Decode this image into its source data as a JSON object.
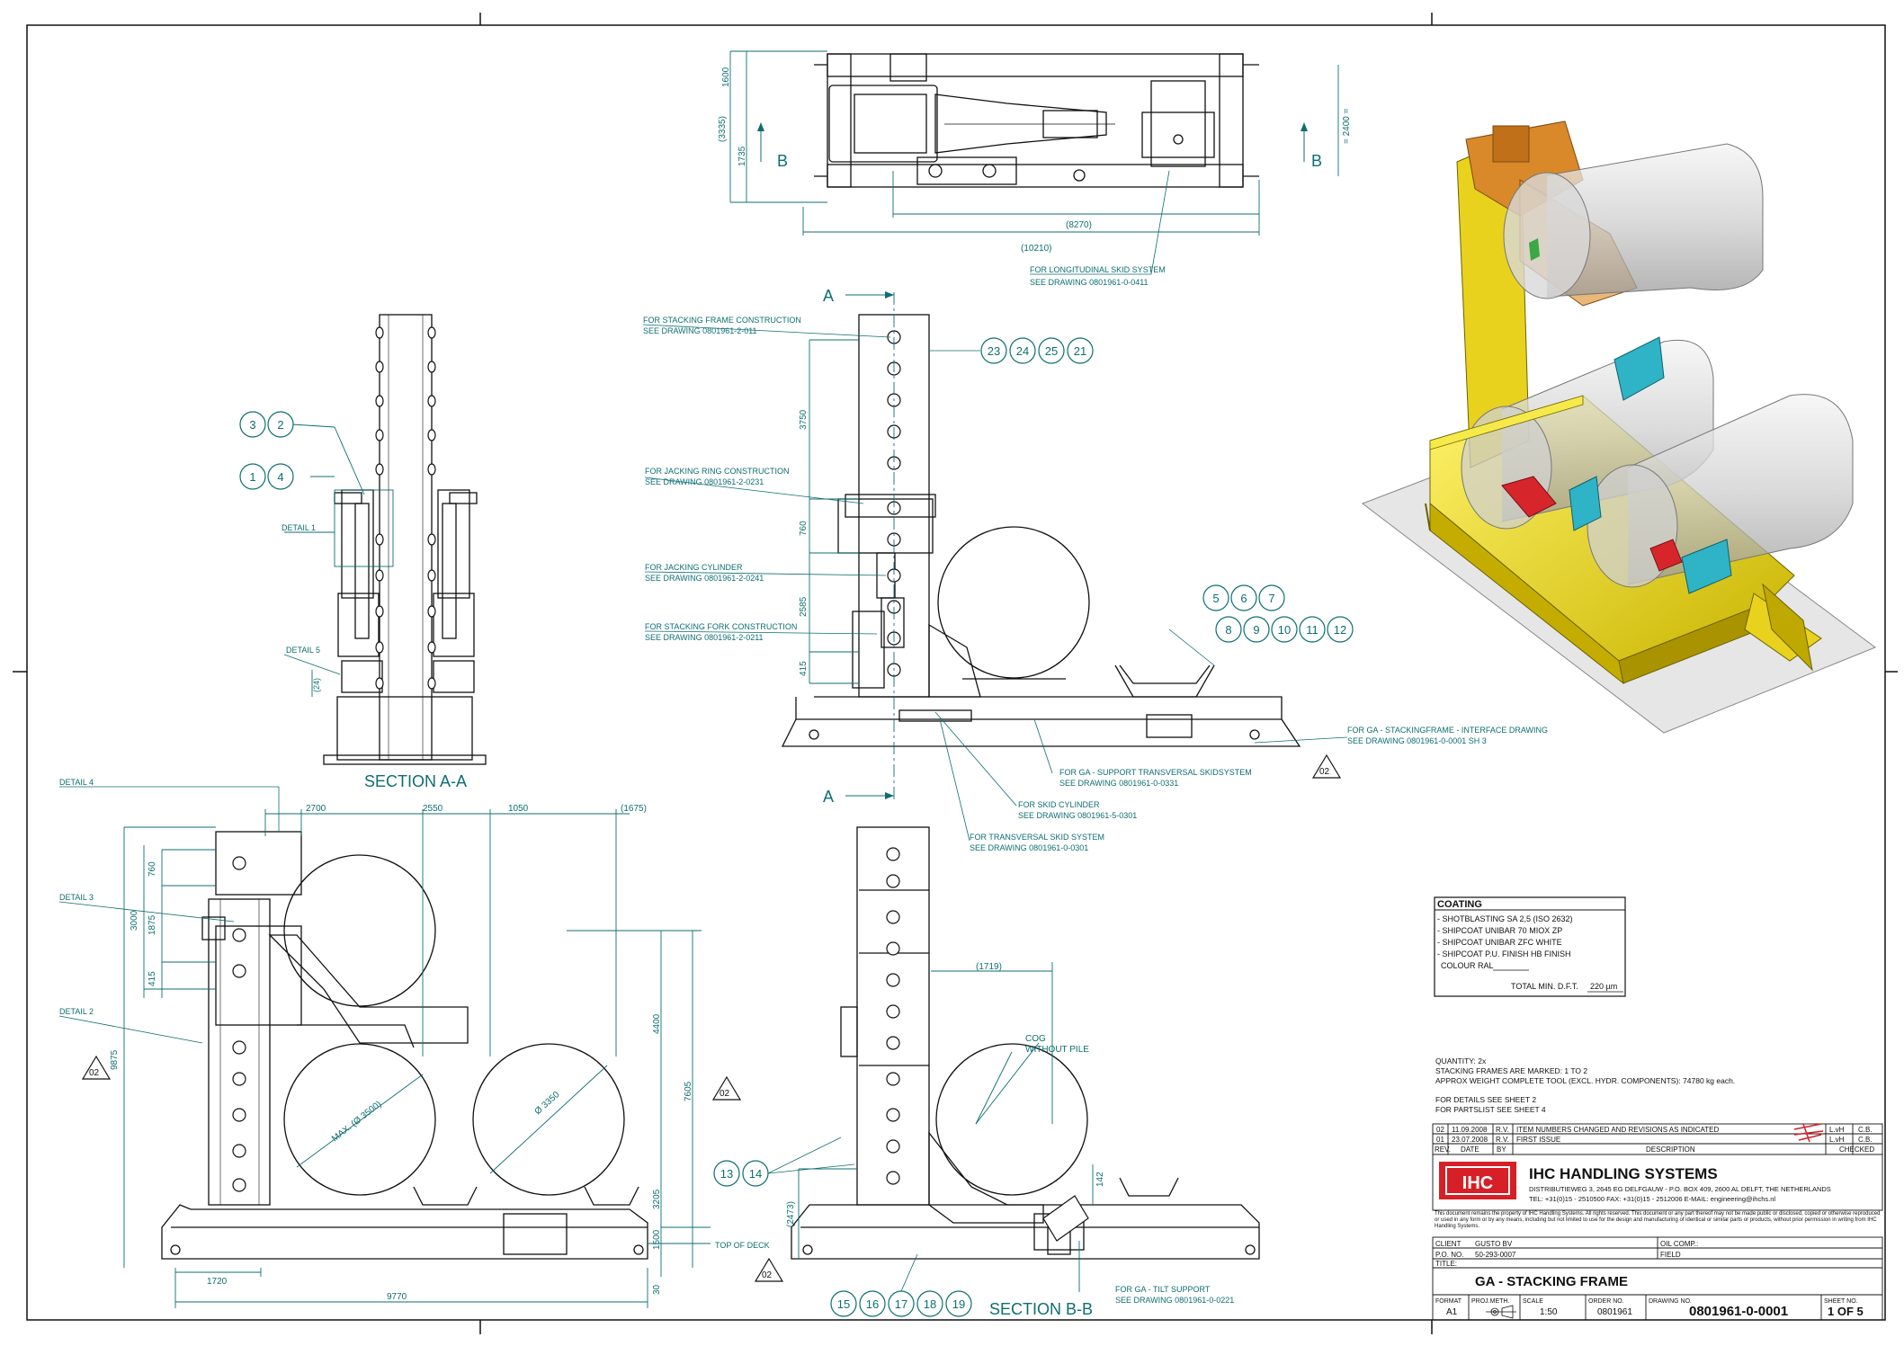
{
  "views": {
    "section_aa": "SECTION A-A",
    "section_bb": "SECTION B-B",
    "section_mark_a": "A",
    "section_mark_b": "B"
  },
  "details": [
    "DETAIL 1",
    "DETAIL 2",
    "DETAIL 3",
    "DETAIL 4",
    "DETAIL 5"
  ],
  "balloons": {
    "aa": [
      "3",
      "2",
      "1",
      "4"
    ],
    "front_top": [
      "23",
      "24",
      "25",
      "21"
    ],
    "front_row1": [
      "5",
      "6",
      "7"
    ],
    "front_row2": [
      "8",
      "9",
      "10",
      "11",
      "12"
    ],
    "side": [
      "13",
      "14"
    ],
    "bb_bottom": [
      "15",
      "16",
      "17",
      "18",
      "19"
    ]
  },
  "callouts": {
    "longitudinal": [
      "FOR LONGITUDINAL SKID SYSTEM",
      "SEE DRAWING 0801961-0-0411"
    ],
    "stacking_frame": [
      "FOR STACKING FRAME CONSTRUCTION",
      "SEE DRAWING 0801961-2-011"
    ],
    "jacking_ring": [
      "FOR JACKING RING CONSTRUCTION",
      "SEE DRAWING 0801961-2-0231"
    ],
    "jacking_cylinder": [
      "FOR JACKING CYLINDER",
      "SEE DRAWING 0801961-2-0241"
    ],
    "stacking_fork": [
      "FOR STACKING FORK CONSTRUCTION",
      "SEE DRAWING 0801961-2-0211"
    ],
    "interface": [
      "FOR GA - STACKINGFRAME - INTERFACE DRAWING",
      "SEE DRAWING 0801961-0-0001 SH 3"
    ],
    "support_transversal": [
      "FOR GA - SUPPORT TRANSVERSAL SKIDSYSTEM",
      "SEE DRAWING 0801961-0-0331"
    ],
    "skid_cylinder": [
      "FOR SKID CYLINDER",
      "SEE DRAWING 0801961-5-0301"
    ],
    "transversal_skid": [
      "FOR TRANSVERSAL SKID SYSTEM",
      "SEE DRAWING 0801961-0-0301"
    ],
    "tilt_support": [
      "FOR GA - TILT SUPPORT",
      "SEE DRAWING 0801961-0-0221"
    ],
    "cog": [
      "COG",
      "WITHOUT PILE"
    ],
    "top_of_deck": "TOP OF DECK"
  },
  "dimensions": {
    "top": [
      "1600",
      "(3335)",
      "1735",
      "= 2400 =",
      "(8270)",
      "(10210)"
    ],
    "front": [
      "3750",
      "760",
      "2585",
      "415"
    ],
    "aa": [
      "(24)"
    ],
    "ga_top": [
      "2700",
      "2550",
      "1050",
      "(1675)"
    ],
    "ga_left": [
      "760",
      "3000",
      "1875",
      "415",
      "9875"
    ],
    "ga_right": [
      "4400",
      "7605",
      "3205",
      "1500",
      "30"
    ],
    "ga_bottom": [
      "1720",
      "9770"
    ],
    "ga_pipes": [
      "MAX. (Ø 3500)",
      "Ø 3350"
    ],
    "bb": [
      "(1719)",
      "(2473)",
      "142"
    ]
  },
  "revision_marks": [
    "02",
    "02",
    "02",
    "02"
  ],
  "coating": {
    "title": "COATING",
    "lines": [
      "- SHOTBLASTING SA 2,5 (ISO 2632)",
      "- SHIPCOAT UNIBAR 70 MIOX ZP",
      "- SHIPCOAT UNIBAR ZFC WHITE",
      "- SHIPCOAT P.U. FINISH HB FINISH",
      "COLOUR RAL"
    ],
    "dft_label": "TOTAL MIN. D.F.T.",
    "dft_value": "220 µm"
  },
  "notes": [
    "QUANTITY: 2x",
    "STACKING FRAMES ARE MARKED: 1 TO 2",
    "APPROX WEIGHT COMPLETE TOOL (EXCL. HYDR. COMPONENTS): 74780 kg each.",
    "FOR DETAILS SEE SHEET 2",
    "FOR PARTSLIST SEE SHEET 4"
  ],
  "revisions": {
    "rows": [
      {
        "rev": "02",
        "date": "11.09.2008",
        "by": "R.V.",
        "description": "ITEM NUMBERS CHANGED AND REVISIONS AS INDICATED",
        "a": "L.vH",
        "b": "C.B."
      },
      {
        "rev": "01",
        "date": "23.07.2008",
        "by": "R.V.",
        "description": "FIRST ISSUE",
        "a": "L.vH",
        "b": "C.B."
      }
    ],
    "headers": [
      "REV.",
      "DATE",
      "BY",
      "DESCRIPTION",
      "CHECKED"
    ]
  },
  "company": {
    "logo": "IHC",
    "name": "IHC HANDLING SYSTEMS",
    "address": "DISTRIBUTIEWEG 3, 2645 EG DELFGAUW - P.O. BOX 409, 2600 AL DELFT, THE NETHERLANDS",
    "contact": "TEL: +31(0)15 - 2510500  FAX: +31(0)15 - 2512006  E-MAIL: engineering@ihchs.nl",
    "disclaimer": "This document remains the property of IHC Handling Systems. All rights reserved. This document or any part thereof may not be made public or disclosed, copied or otherwise reproduced or used in any form or by any means, including but not limited to use for the design and manufacturing of identical or similar parts or products, without prior permission in writing from IHC Handling Systems."
  },
  "title_block": {
    "client_label": "CLIENT",
    "client": "GUSTO BV",
    "po_label": "P.O. NO.",
    "po": "50-293-0007",
    "oil_comp_label": "OIL COMP.:",
    "field_label": "FIELD",
    "title_label": "TITLE:",
    "title": "GA - STACKING FRAME",
    "format_label": "FORMAT",
    "format": "A1",
    "projmeth_label": "PROJ.METH.",
    "scale_label": "SCALE",
    "scale": "1:50",
    "order_label": "ORDER NO.",
    "order": "0801961",
    "drawing_label": "DRAWING NO.",
    "drawing": "0801961-0-0001",
    "sheet_label": "SHEET NO.",
    "sheet": "1 OF 5"
  },
  "colors": {
    "line": "#111111",
    "dim": "#0d6e72",
    "frame_yellow": "#e8d21e",
    "fork_orange": "#d9892a",
    "cyan_part": "#2fb3c7",
    "red_part": "#d6262b",
    "logo_red": "#d61f26"
  }
}
